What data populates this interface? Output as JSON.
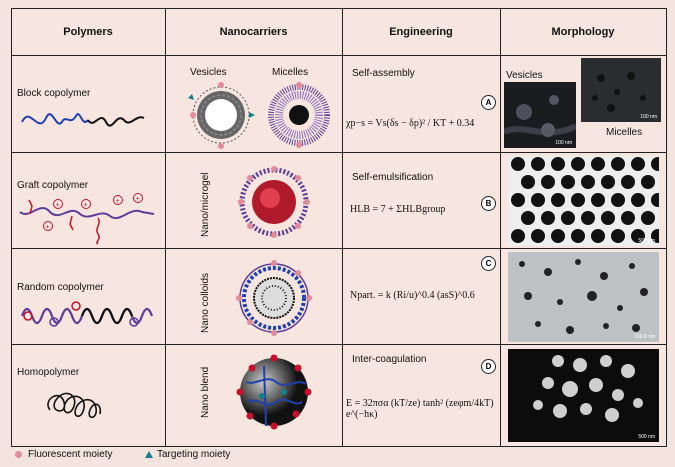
{
  "headers": {
    "polymers": "Polymers",
    "nanocarriers": "Nanocarriers",
    "engineering": "Engineering",
    "morphology": "Morphology"
  },
  "rows": [
    {
      "polymer": "Block copolymer",
      "carrier_left": "Vesicles",
      "carrier_right": "Micelles",
      "engineering": "Self-assembly",
      "badge": "A",
      "morph_left": "Vesicles",
      "morph_right": "Micelles",
      "scale_left": "100 nm",
      "scale_right": "100 nm"
    },
    {
      "polymer": "Graft copolymer",
      "carrier": "Nano/microgel",
      "engineering": "Self-emulsification",
      "badge": "B",
      "scale": "500 nm"
    },
    {
      "polymer": "Random copolymer",
      "carrier": "Nano colloids",
      "badge": "C",
      "scale": "100.0 nm"
    },
    {
      "polymer": "Homopolymer",
      "carrier": "Nano blend",
      "engineering": "Inter-coagulation",
      "badge": "D",
      "scale": "500 nm"
    }
  ],
  "equations": {
    "a": "χp−s = Vs(δs − δp)² / KT + 0.34",
    "b": "HLB = 7 + ΣHLBgroup",
    "c": "Npart. = k (Ri/u)^0.4 (asS)^0.6",
    "d": "E = 32πσα (kT/ze) tanh² (zeφm/4kT) e^(−hκ)"
  },
  "legend": {
    "fluorescent": "Fluorescent moiety",
    "targeting": "Targeting moiety"
  },
  "colors": {
    "pink": "#e48a9a",
    "blue": "#2040b0",
    "red": "#c8102e",
    "purple": "#5c3d99",
    "black": "#111111",
    "teal": "#1a7d8c"
  }
}
